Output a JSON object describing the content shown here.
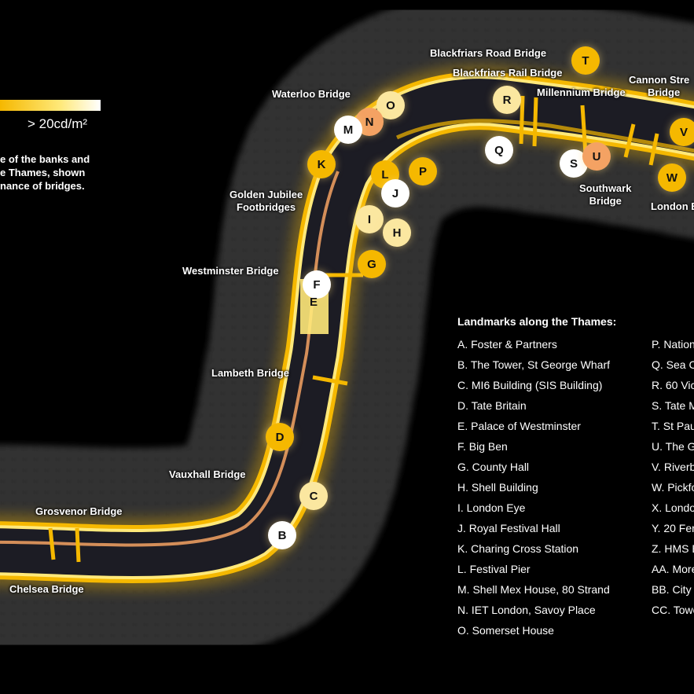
{
  "legend": {
    "luminance_label": "> 20cd/m²",
    "description_lines": [
      "e of the banks and",
      "e Thames, shown",
      "nance of bridges."
    ],
    "gradient_colors": [
      "#f5b800",
      "#ffe97a",
      "#ffffff"
    ]
  },
  "bridges": [
    {
      "id": "blackfriars-road",
      "text": "Blackfriars Road Bridge"
    },
    {
      "id": "blackfriars-rail",
      "text": "Blackfriars Rail Bridge"
    },
    {
      "id": "millennium",
      "text": "Millennium Bridge"
    },
    {
      "id": "cannon-street",
      "line1": "Cannon Stre",
      "line2": "Bridge"
    },
    {
      "id": "waterloo",
      "text": "Waterloo Bridge"
    },
    {
      "id": "southwark",
      "line1": "Southwark",
      "line2": "Bridge"
    },
    {
      "id": "london",
      "text": "London B"
    },
    {
      "id": "golden-jubilee",
      "line1": "Golden Jubilee",
      "line2": "Footbridges"
    },
    {
      "id": "westminster",
      "text": "Westminster Bridge"
    },
    {
      "id": "lambeth",
      "text": "Lambeth Bridge"
    },
    {
      "id": "vauxhall",
      "text": "Vauxhall Bridge"
    },
    {
      "id": "grosvenor",
      "text": "Grosvenor Bridge"
    },
    {
      "id": "chelsea",
      "text": "Chelsea Bridge"
    }
  ],
  "markers": [
    {
      "letter": "T",
      "color": "yellow"
    },
    {
      "letter": "R",
      "color": "pale"
    },
    {
      "letter": "O",
      "color": "pale"
    },
    {
      "letter": "N",
      "color": "orange"
    },
    {
      "letter": "M",
      "color": "white"
    },
    {
      "letter": "Q",
      "color": "white"
    },
    {
      "letter": "S",
      "color": "white"
    },
    {
      "letter": "U",
      "color": "orange"
    },
    {
      "letter": "V",
      "color": "yellow"
    },
    {
      "letter": "W",
      "color": "yellow"
    },
    {
      "letter": "K",
      "color": "yellow"
    },
    {
      "letter": "L",
      "color": "yellow"
    },
    {
      "letter": "P",
      "color": "yellow"
    },
    {
      "letter": "J",
      "color": "white"
    },
    {
      "letter": "I",
      "color": "pale"
    },
    {
      "letter": "H",
      "color": "pale"
    },
    {
      "letter": "G",
      "color": "yellow"
    },
    {
      "letter": "F",
      "color": "white"
    },
    {
      "letter": "E",
      "color": "pale"
    },
    {
      "letter": "D",
      "color": "yellow"
    },
    {
      "letter": "C",
      "color": "pale"
    },
    {
      "letter": "B",
      "color": "white"
    }
  ],
  "landmarks": {
    "title": "Landmarks along the Thames:",
    "left": [
      "A. Foster & Partners",
      "B. The Tower, St George Wharf",
      "C. MI6 Building (SIS Building)",
      "D. Tate Britain",
      "E. Palace of Westminster",
      "F. Big Ben",
      "G. County Hall",
      "H. Shell Building",
      "I. London Eye",
      "J. Royal Festival Hall",
      "K. Charing Cross Station",
      "L. Festival Pier",
      "M. Shell Mex House, 80 Strand",
      "N. IET London, Savoy Place",
      "O. Somerset House"
    ],
    "right": [
      "P. Nation",
      "Q. Sea C",
      "R. 60 Vic",
      "S. Tate M",
      "T. St Pau",
      "U. The Gl",
      "V. Riverb",
      "W. Pickfo",
      "X. Londo",
      "Y. 20 Fen",
      "Z. HMS B",
      "AA. More",
      "BB. City",
      "CC. Towe"
    ]
  },
  "colors": {
    "river": "#1c1c24",
    "bank_light": "#f5b800",
    "bank_bright": "#ffe97a",
    "bank_orange": "#f4a263",
    "background": "#000000"
  }
}
